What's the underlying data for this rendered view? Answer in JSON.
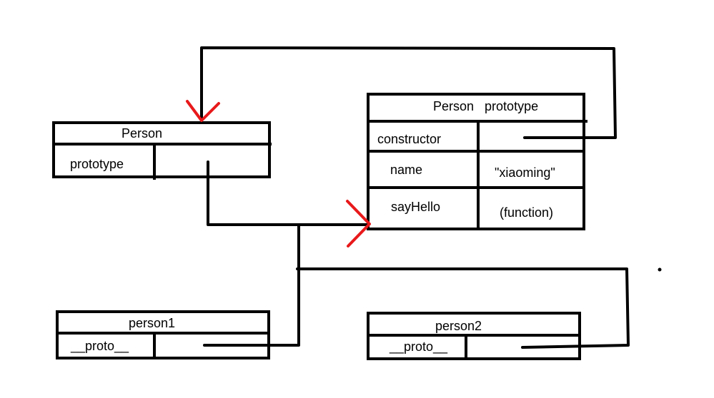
{
  "colors": {
    "line": "#000000",
    "arrow": "#e8191b",
    "background": "#ffffff"
  },
  "person": {
    "title": "Person",
    "prototype_label": "prototype"
  },
  "person_prototype": {
    "title": "Person   prototype",
    "rows": [
      {
        "key": "constructor",
        "value": ""
      },
      {
        "key": "name",
        "value": "\"xiaoming\""
      },
      {
        "key": "sayHello",
        "value": "(function)"
      }
    ]
  },
  "person1": {
    "title": "person1",
    "proto_label": "__proto__"
  },
  "person2": {
    "title": "person2",
    "proto_label": "__proto__"
  }
}
